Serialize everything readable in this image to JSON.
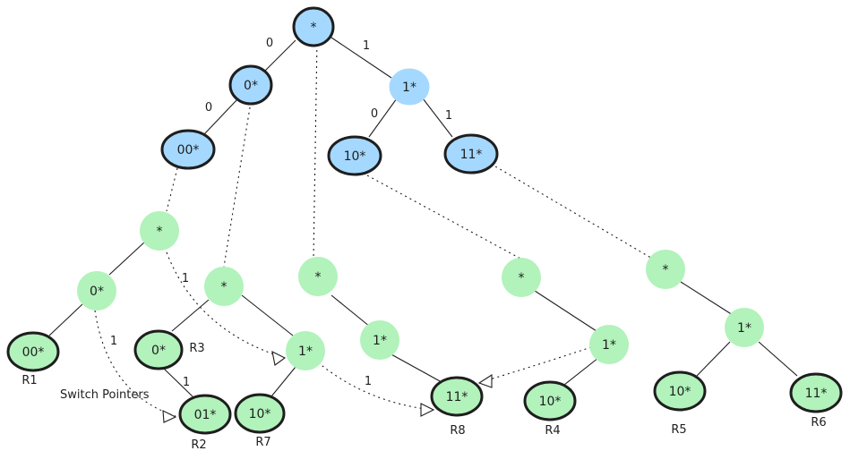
{
  "colors": {
    "blue_fill": "#a5d8ff",
    "green_fill": "#b2f2bb",
    "stroke": "#1e1e1e"
  },
  "nodes": {
    "top_root": "*",
    "top_0": "0*",
    "top_00": "00*",
    "top_1": "1*",
    "top_10": "10*",
    "top_11": "11*",
    "t1_root": "*",
    "t1_0": "0*",
    "t1_00": "00*",
    "t2_root": "*",
    "t2_0": "0*",
    "t2_01": "01*",
    "t2_1": "1*",
    "t2_10": "10*",
    "t3_root": "*",
    "t3_1": "1*",
    "t3_11": "11*",
    "t4_root": "*",
    "t4_1": "1*",
    "t4_10": "10*",
    "t5_root": "*",
    "t5_1": "1*",
    "t5_10": "10*",
    "t5_11": "11*"
  },
  "edge_labels": {
    "top_root_0": "0",
    "top_root_1": "1",
    "top_0_00": "0",
    "top_1_0": "0",
    "top_1_1": "1",
    "t1_root_ptr": "1",
    "t1_0_ptr": "1",
    "t2_0_01": "1",
    "t2_1_ptr": "1"
  },
  "rules": {
    "r1": "R1",
    "r2": "R2",
    "r3": "R3",
    "r4": "R4",
    "r5": "R5",
    "r6": "R6",
    "r7": "R7",
    "r8": "R8"
  },
  "note": "Switch Pointers"
}
